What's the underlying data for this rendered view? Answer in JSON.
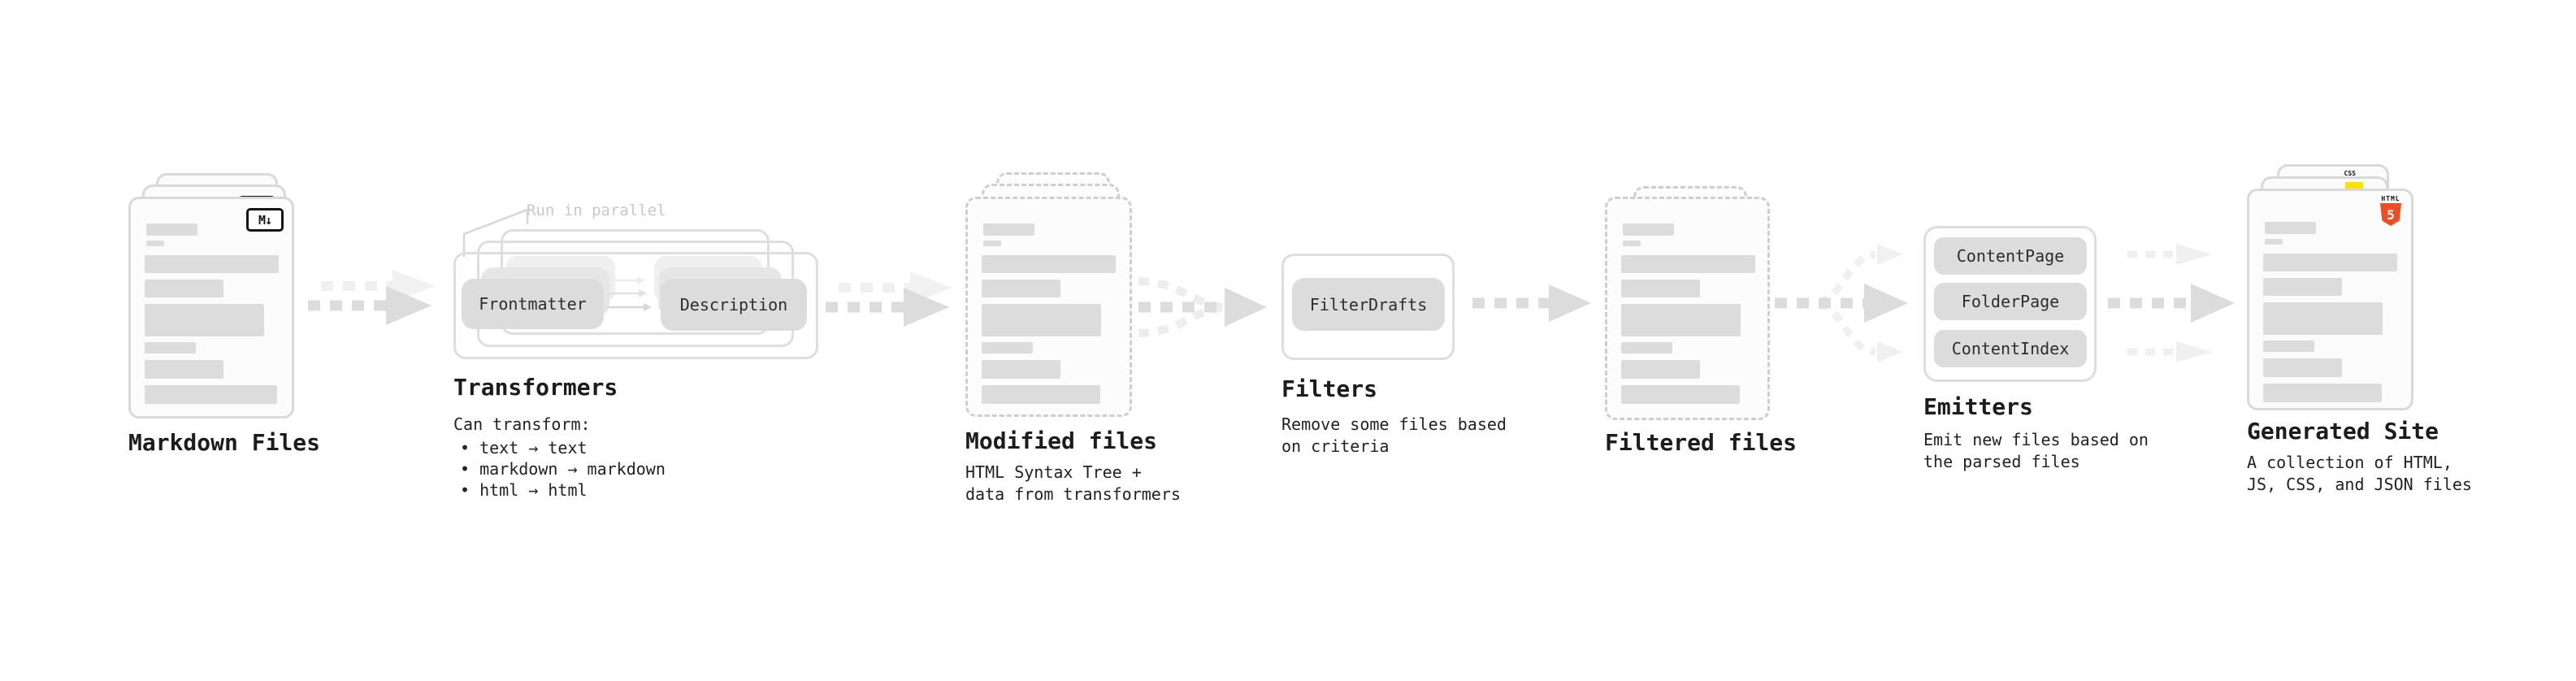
{
  "diagram": {
    "markdown_files": {
      "title": "Markdown Files",
      "badge": "M↓"
    },
    "transformers": {
      "annotation": "Run in parallel",
      "step1": "Frontmatter",
      "step2": "Description",
      "title": "Transformers",
      "caption": "Can transform:",
      "bullets": [
        "• text → text",
        "• markdown → markdown",
        "• html → html"
      ]
    },
    "modified_files": {
      "title": "Modified files",
      "caption": "HTML Syntax Tree +\ndata from transformers"
    },
    "filters": {
      "chip": "FilterDrafts",
      "title": "Filters",
      "caption": "Remove some files based\non criteria"
    },
    "filtered_files": {
      "title": "Filtered files"
    },
    "emitters": {
      "chips": [
        "ContentPage",
        "FolderPage",
        "ContentIndex"
      ],
      "title": "Emitters",
      "caption": "Emit new files based on\nthe parsed files"
    },
    "generated_site": {
      "title": "Generated Site",
      "caption": "A collection of HTML,\nJS, CSS, and JSON files",
      "css_badge": "CSS",
      "html_badge_label": "HTML",
      "html_badge_number": "5"
    },
    "colors": {
      "html5_orange": "#e8502a",
      "js_yellow": "#ffe000",
      "css_blue": "#2962ff",
      "arrow_dark": "#dcdcdc",
      "arrow_light": "#f0f0f0"
    }
  }
}
